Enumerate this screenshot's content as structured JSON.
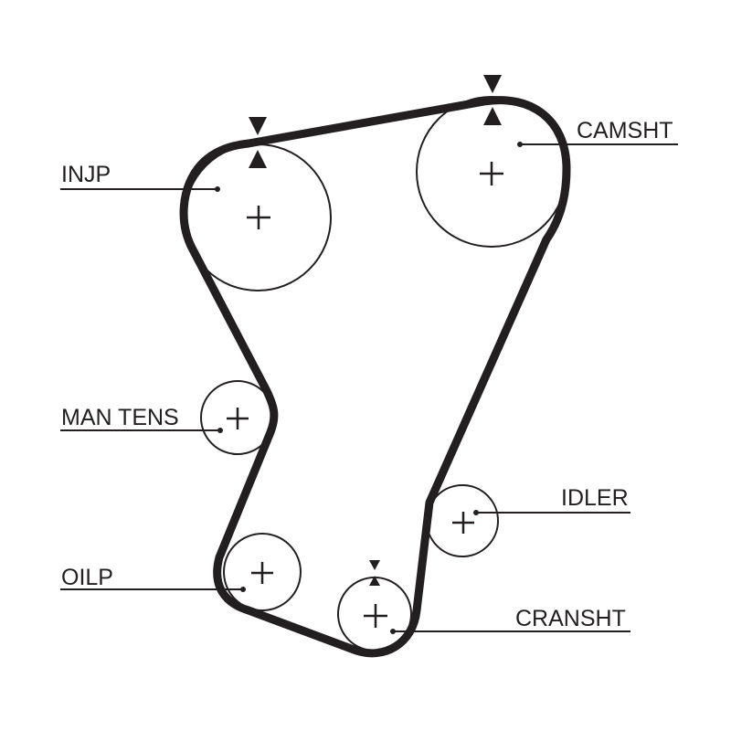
{
  "diagram": {
    "labels": {
      "injp": "INJP",
      "camsht": "CAMSHT",
      "man_tens": "MAN TENS",
      "idler": "IDLER",
      "oilp": "OILP",
      "cransht": "CRANSHT"
    },
    "colors": {
      "ink": "#231f20",
      "background": "#ffffff"
    }
  }
}
